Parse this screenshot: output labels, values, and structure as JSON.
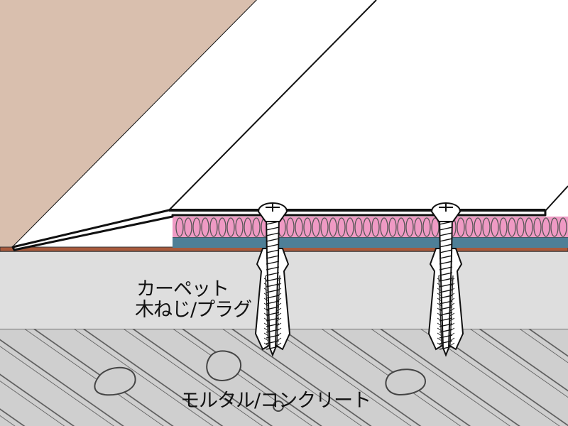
{
  "labels": {
    "carpet": "カーペット",
    "screw_plug": "木ねじ/プラグ",
    "mortar_concrete": "モルタル/コンクリート"
  },
  "colors": {
    "wall": "#d9bfae",
    "carpet_pile": "#ef9ac4",
    "carpet_backing": "#4e7f97",
    "underlay": "#a85a3c",
    "mortar": "#dedede",
    "concrete": "#cfcfcf",
    "outline": "#111111",
    "profile": "#ffffff"
  }
}
